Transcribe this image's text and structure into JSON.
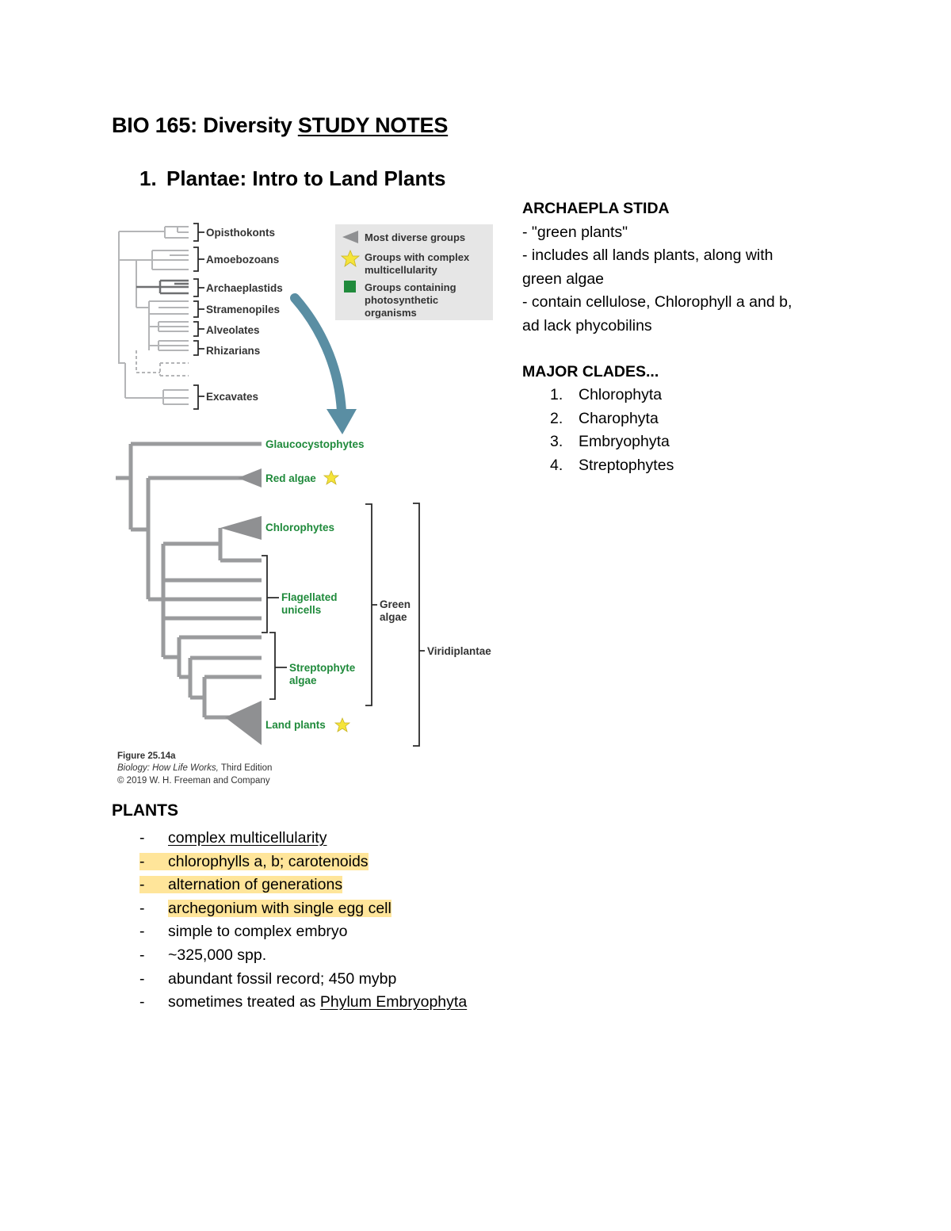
{
  "doc": {
    "title_prefix": "BIO 165: Diversity ",
    "title_underlined": "STUDY NOTES",
    "section_number": "1.",
    "section_title": "Plantae: Intro to Land Plants"
  },
  "figure": {
    "top_taxa": [
      "Opisthokonts",
      "Amoebozoans",
      "Archaeplastids",
      "Stramenopiles",
      "Alveolates",
      "Rhizarians",
      "Excavates"
    ],
    "legend": {
      "item1": "Most diverse groups",
      "item2_line1": "Groups with complex",
      "item2_line2": "multicellularity",
      "item3_line1": "Groups containing",
      "item3_line2": "photosynthetic",
      "item3_line3": "organisms"
    },
    "lower_taxa": {
      "glauco": "Glaucocystophytes",
      "red": "Red algae",
      "chloro": "Chlorophytes",
      "flag_line1": "Flagellated",
      "flag_line2": "unicells",
      "strep_line1": "Streptophyte",
      "strep_line2": "algae",
      "land": "Land plants",
      "green_line1": "Green",
      "green_line2": "algae",
      "viridi": "Viridiplantae"
    },
    "caption": {
      "fig": "Figure 25.14a",
      "book": "Biology: How Life Works,",
      "edition": " Third Edition",
      "copyright": "© 2019 W. H. Freeman and Company"
    },
    "colors": {
      "tree_gray": "#9a9b9d",
      "green_label": "#1f8a3b",
      "arrow_blue": "#5a8ea3",
      "legend_bg": "#e6e6e6",
      "star_yellow": "#f5e43a"
    }
  },
  "archaeplastida": {
    "heading": "ARCHAEPLA STIDA",
    "lines": [
      "- \"green plants\"",
      "- includes all lands plants, along with",
      "green algae",
      "- contain cellulose, Chlorophyll a and b,",
      "ad lack phycobilins"
    ]
  },
  "major_clades": {
    "heading": "MAJOR CLADES...",
    "items": [
      {
        "n": "1.",
        "t": "Chlorophyta"
      },
      {
        "n": "2.",
        "t": "Charophyta"
      },
      {
        "n": "3.",
        "t": "Embryophyta"
      },
      {
        "n": "4.",
        "t": "Streptophytes"
      }
    ]
  },
  "plants": {
    "heading": "PLANTS",
    "dash": "-",
    "items": [
      {
        "text": "complex multicellularity",
        "underline": true,
        "highlight": false
      },
      {
        "text": "chlorophylls a, b; carotenoids",
        "underline": false,
        "highlight": true
      },
      {
        "text": "alternation of generations",
        "underline": false,
        "highlight": true
      },
      {
        "text": "archegonium with single egg cell",
        "underline": false,
        "highlight": true
      },
      {
        "text": "simple to complex embryo",
        "underline": false,
        "highlight": false
      },
      {
        "text": "~325,000 spp.",
        "underline": false,
        "highlight": false
      },
      {
        "text": "abundant fossil record; 450 mybp",
        "underline": false,
        "highlight": false
      }
    ],
    "last_prefix": "sometimes treated as ",
    "last_underlined": "Phylum Embryophyta"
  }
}
